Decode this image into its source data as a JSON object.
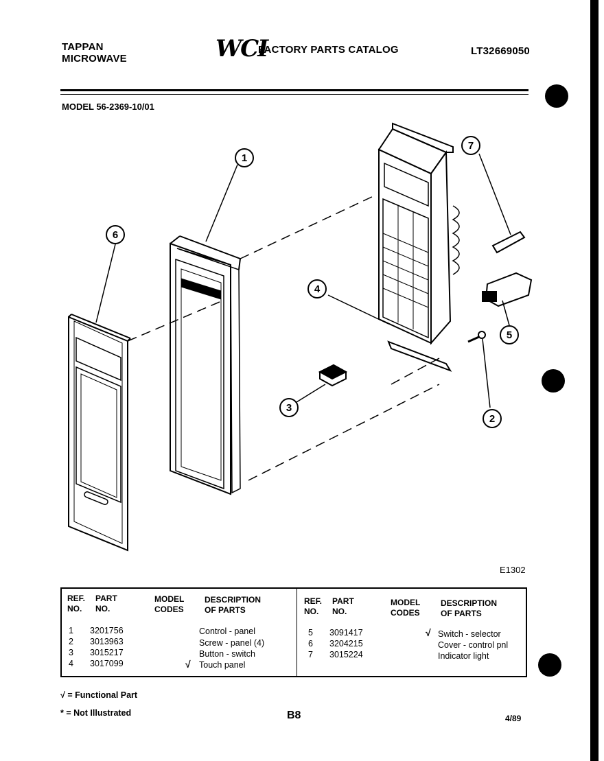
{
  "header": {
    "left_line1": "TAPPAN",
    "left_line2": "MICROWAVE",
    "logo": "WCI",
    "catalog_title": "FACTORY PARTS CATALOG",
    "catalog_id": "LT32669050"
  },
  "model_line": "MODEL 56-2369-10/01",
  "diagram": {
    "callouts": [
      "1",
      "2",
      "3",
      "4",
      "5",
      "6",
      "7"
    ],
    "drawing_id": "E1302"
  },
  "table": {
    "headers": {
      "ref": "REF.",
      "no": "NO.",
      "part": "PART",
      "part_no": "NO.",
      "model": "MODEL",
      "codes": "CODES",
      "desc": "DESCRIPTION",
      "of_parts": "OF PARTS"
    },
    "left_rows": [
      {
        "ref": "1",
        "part": "3201756",
        "check": "",
        "desc": "Control - panel"
      },
      {
        "ref": "2",
        "part": "3013963",
        "check": "",
        "desc": "Screw - panel (4)"
      },
      {
        "ref": "3",
        "part": "3015217",
        "check": "",
        "desc": "Button - switch"
      },
      {
        "ref": "4",
        "part": "3017099",
        "check": "√",
        "desc": "Touch panel"
      }
    ],
    "right_rows": [
      {
        "ref": "5",
        "part": "3091417",
        "check": "√",
        "desc": "Switch - selector"
      },
      {
        "ref": "6",
        "part": "3204215",
        "check": "",
        "desc": "Cover - control pnl"
      },
      {
        "ref": "7",
        "part": "3015224",
        "check": "",
        "desc": "Indicator light"
      }
    ]
  },
  "footer": {
    "functional": "√ = Functional Part",
    "not_illustrated": "* = Not Illustrated",
    "page": "B8",
    "date": "4/89"
  }
}
